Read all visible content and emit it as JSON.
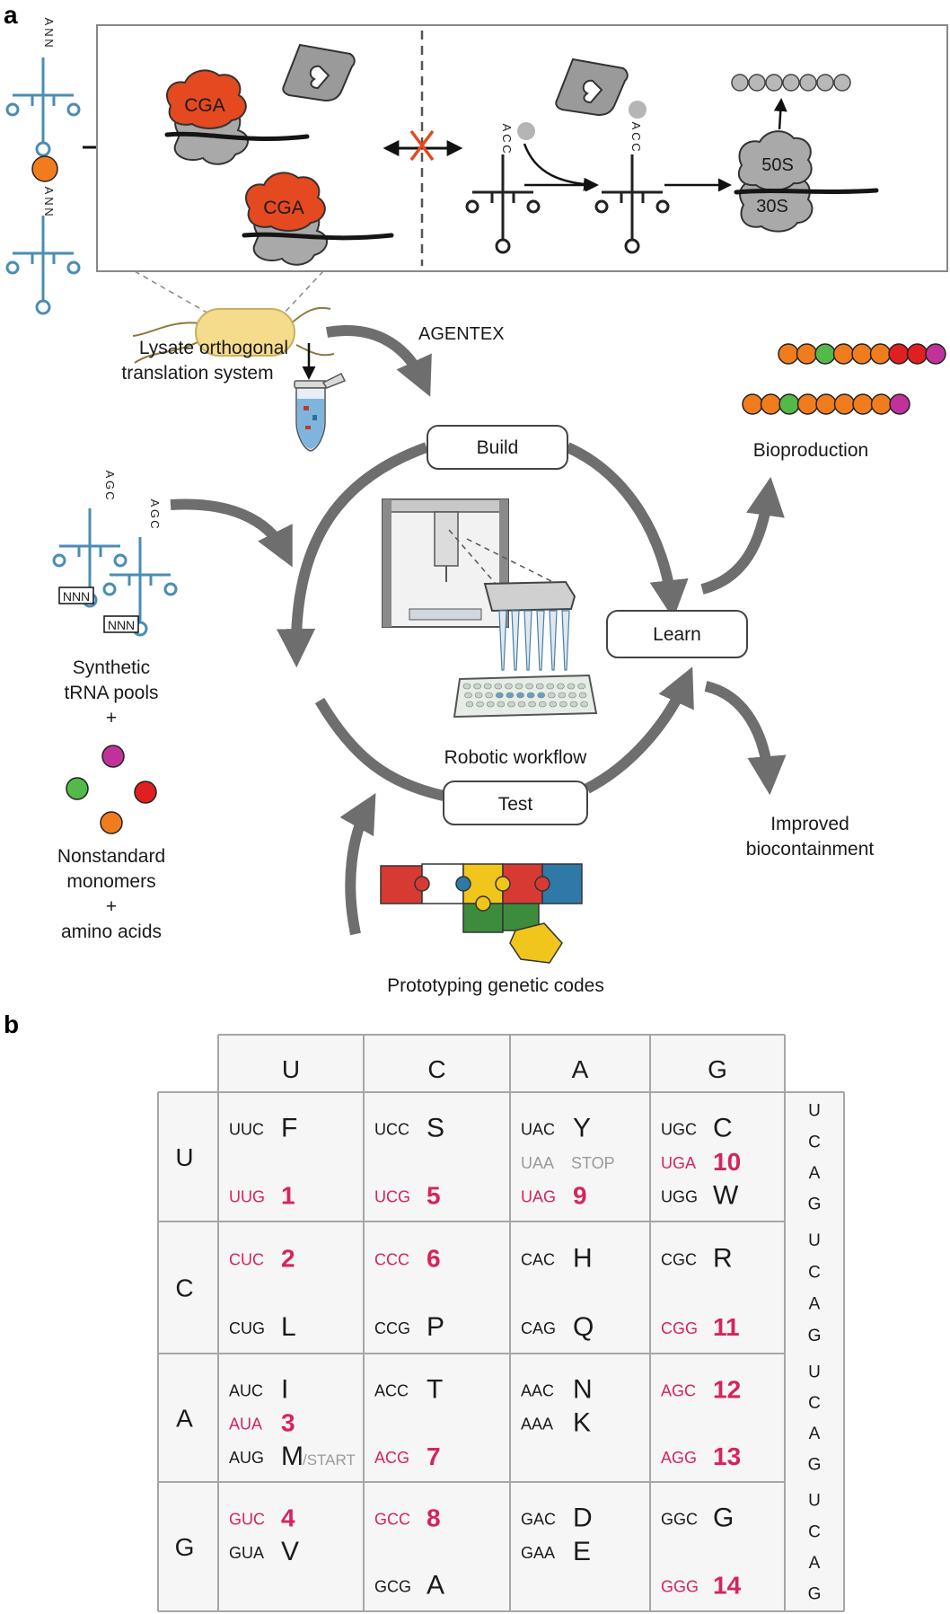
{
  "colors": {
    "reassigned": "#d6245a",
    "stop_gray": "#9a9a9a",
    "trna_blue": "#4a8db5",
    "ribosome_red": "#e5491f",
    "ribosome_gray": "#a9a9a9",
    "arrow_gray": "#6e6e6e",
    "cell_yellow": "#f4dc8c"
  },
  "panel_a": {
    "letter": "a",
    "trna_anticodon": [
      "A",
      "N",
      "N"
    ],
    "ribosome_codon": "CGA",
    "acc_letters": [
      "A",
      "C",
      "C"
    ],
    "subunit_large": "50S",
    "subunit_small": "30S",
    "system_label": [
      "Lysate orthogonal",
      "translation system"
    ],
    "agentex": "AGENTEX",
    "build": "Build",
    "learn": "Learn",
    "test": "Test",
    "robotic": "Robotic workflow",
    "bioproduction": "Bioproduction",
    "biocontainment": [
      "Improved",
      "biocontainment"
    ],
    "prototyping": "Prototyping genetic codes",
    "synthetic": [
      "Synthetic",
      "tRNA pools",
      "+"
    ],
    "agc_letters": [
      "A",
      "G",
      "C"
    ],
    "nnn": "NNN",
    "monomers": [
      "Nonstandard",
      "monomers",
      "+",
      "amino acids"
    ]
  },
  "panel_b": {
    "letter": "b",
    "column_headers": [
      "U",
      "C",
      "A",
      "G"
    ],
    "row_headers": [
      "U",
      "C",
      "A",
      "G"
    ],
    "third_positions": [
      "U",
      "C",
      "A",
      "G",
      "U",
      "C",
      "A",
      "G",
      "U",
      "C",
      "A",
      "G",
      "U",
      "C",
      "A",
      "G"
    ],
    "cells": [
      [
        [
          {
            "codon": "UUC",
            "aa": "F",
            "kind": "std",
            "slot": 0
          },
          {
            "codon": "UUG",
            "aa": "1",
            "kind": "new",
            "slot": 2
          }
        ],
        [
          {
            "codon": "UCC",
            "aa": "S",
            "kind": "std",
            "slot": 0
          },
          {
            "codon": "UCG",
            "aa": "5",
            "kind": "new",
            "slot": 2
          }
        ],
        [
          {
            "codon": "UAC",
            "aa": "Y",
            "kind": "std",
            "slot": 0
          },
          {
            "codon": "UAA",
            "aa": "STOP",
            "kind": "stop",
            "slot": 1
          },
          {
            "codon": "UAG",
            "aa": "9",
            "kind": "new",
            "slot": 2
          }
        ],
        [
          {
            "codon": "UGC",
            "aa": "C",
            "kind": "std",
            "slot": 0
          },
          {
            "codon": "UGA",
            "aa": "10",
            "kind": "new",
            "slot": 1
          },
          {
            "codon": "UGG",
            "aa": "W",
            "kind": "std",
            "slot": 2
          }
        ]
      ],
      [
        [
          {
            "codon": "CUC",
            "aa": "2",
            "kind": "new",
            "slot": 0
          },
          {
            "codon": "CUG",
            "aa": "L",
            "kind": "std",
            "slot": 2
          }
        ],
        [
          {
            "codon": "CCC",
            "aa": "6",
            "kind": "new",
            "slot": 0
          },
          {
            "codon": "CCG",
            "aa": "P",
            "kind": "std",
            "slot": 2
          }
        ],
        [
          {
            "codon": "CAC",
            "aa": "H",
            "kind": "std",
            "slot": 0
          },
          {
            "codon": "CAG",
            "aa": "Q",
            "kind": "std",
            "slot": 2
          }
        ],
        [
          {
            "codon": "CGC",
            "aa": "R",
            "kind": "std",
            "slot": 0
          },
          {
            "codon": "CGG",
            "aa": "11",
            "kind": "new",
            "slot": 2
          }
        ]
      ],
      [
        [
          {
            "codon": "AUC",
            "aa": "I",
            "kind": "std",
            "slot": 0
          },
          {
            "codon": "AUA",
            "aa": "3",
            "kind": "new",
            "slot": 1
          },
          {
            "codon": "AUG",
            "aa": "M",
            "suffix": "/START",
            "kind": "std",
            "slot": 2
          }
        ],
        [
          {
            "codon": "ACC",
            "aa": "T",
            "kind": "std",
            "slot": 0
          },
          {
            "codon": "ACG",
            "aa": "7",
            "kind": "new",
            "slot": 2
          }
        ],
        [
          {
            "codon": "AAC",
            "aa": "N",
            "kind": "std",
            "slot": 0
          },
          {
            "codon": "AAA",
            "aa": "K",
            "kind": "std",
            "slot": 1
          }
        ],
        [
          {
            "codon": "AGC",
            "aa": "12",
            "kind": "new",
            "slot": 0
          },
          {
            "codon": "AGG",
            "aa": "13",
            "kind": "new",
            "slot": 2
          }
        ]
      ],
      [
        [
          {
            "codon": "GUC",
            "aa": "4",
            "kind": "new",
            "slot": 0
          },
          {
            "codon": "GUA",
            "aa": "V",
            "kind": "std",
            "slot": 1
          }
        ],
        [
          {
            "codon": "GCC",
            "aa": "8",
            "kind": "new",
            "slot": 0
          },
          {
            "codon": "GCG",
            "aa": "A",
            "kind": "std",
            "slot": 2
          }
        ],
        [
          {
            "codon": "GAC",
            "aa": "D",
            "kind": "std",
            "slot": 0
          },
          {
            "codon": "GAA",
            "aa": "E",
            "kind": "std",
            "slot": 1
          }
        ],
        [
          {
            "codon": "GGC",
            "aa": "G",
            "kind": "std",
            "slot": 0
          },
          {
            "codon": "GGG",
            "aa": "14",
            "kind": "new",
            "slot": 2
          }
        ]
      ]
    ]
  }
}
